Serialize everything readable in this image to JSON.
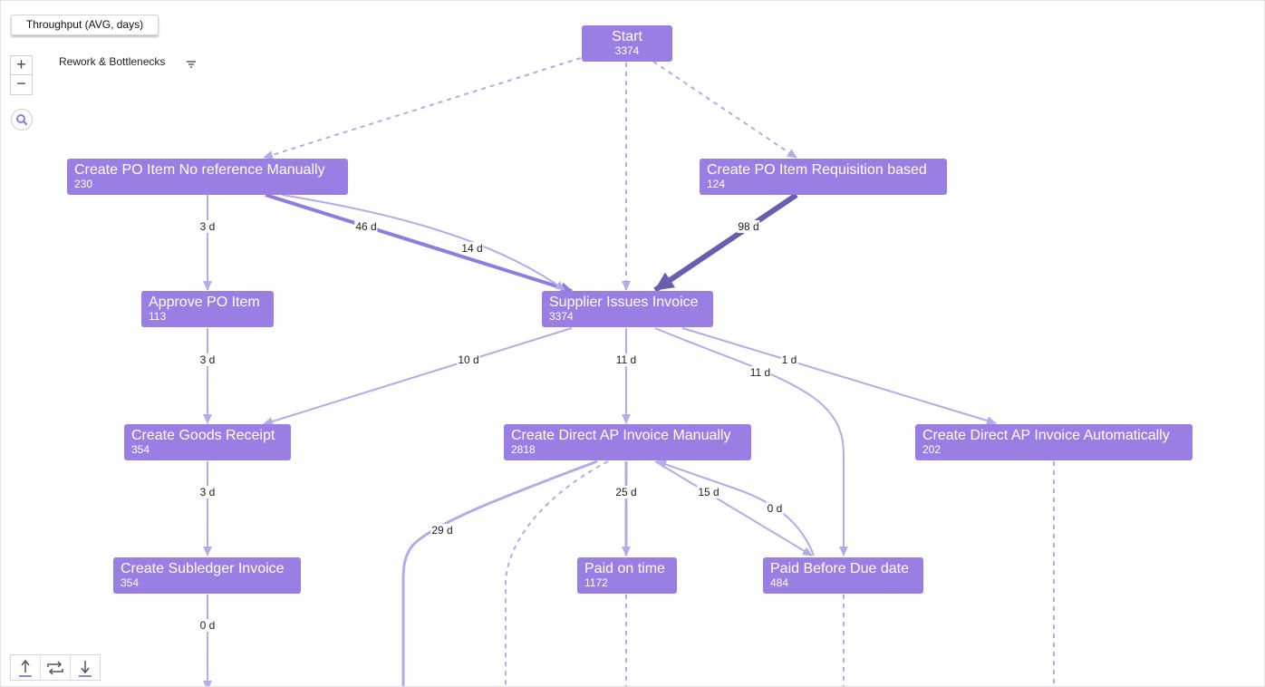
{
  "controls": {
    "metric_label": "Throughput (AVG, days)",
    "filter_label": "Rework & Bottlenecks",
    "zoom_in": "+",
    "zoom_out": "−"
  },
  "colors": {
    "node_fill": "#9b7ee4",
    "edge_light": "#b1acea",
    "edge_medium": "#8a7fe0",
    "edge_heavy": "#6a5db0"
  },
  "nodes": [
    {
      "id": "start",
      "label": "Start",
      "count": "3374"
    },
    {
      "id": "create_po_noref",
      "label": "Create PO Item No reference Manually",
      "count": "230"
    },
    {
      "id": "create_po_req",
      "label": "Create PO Item Requisition based",
      "count": "124"
    },
    {
      "id": "approve_po",
      "label": "Approve PO Item",
      "count": "113"
    },
    {
      "id": "supplier_invoice",
      "label": "Supplier Issues Invoice",
      "count": "3374"
    },
    {
      "id": "goods_receipt",
      "label": "Create Goods Receipt",
      "count": "354"
    },
    {
      "id": "direct_ap_manual",
      "label": "Create Direct AP Invoice Manually",
      "count": "2818"
    },
    {
      "id": "direct_ap_auto",
      "label": "Create Direct AP Invoice Automatically",
      "count": "202"
    },
    {
      "id": "subledger_invoice",
      "label": "Create Subledger Invoice",
      "count": "354"
    },
    {
      "id": "paid_on_time",
      "label": "Paid on time",
      "count": "1172"
    },
    {
      "id": "paid_before_due",
      "label": "Paid Before Due date",
      "count": "484"
    }
  ],
  "edge_labels": [
    {
      "edge": "noref-to-approve",
      "text": "3 d"
    },
    {
      "edge": "noref-to-supplier",
      "text": "46 d"
    },
    {
      "edge": "noref-to-supplier-alt",
      "text": "14 d"
    },
    {
      "edge": "req-to-supplier",
      "text": "98 d"
    },
    {
      "edge": "approve-to-receipt",
      "text": "3 d"
    },
    {
      "edge": "supplier-to-receipt",
      "text": "10 d"
    },
    {
      "edge": "supplier-to-manual",
      "text": "11 d"
    },
    {
      "edge": "supplier-to-before-due",
      "text": "11 d"
    },
    {
      "edge": "supplier-to-auto",
      "text": "1 d"
    },
    {
      "edge": "receipt-to-subledger",
      "text": "3 d"
    },
    {
      "edge": "manual-to-on-time",
      "text": "25 d"
    },
    {
      "edge": "manual-to-before-due",
      "text": "15 d"
    },
    {
      "edge": "before-due-to-manual",
      "text": "0 d"
    },
    {
      "edge": "manual-to-end",
      "text": "29 d"
    },
    {
      "edge": "subledger-to-next",
      "text": "0 d"
    }
  ]
}
